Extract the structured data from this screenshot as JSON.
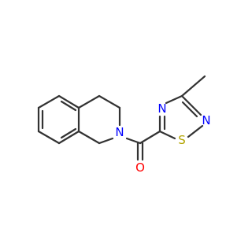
{
  "molecule": {
    "atoms": {
      "n_ring": {
        "symbol": "N",
        "color": "#0000ff"
      },
      "o_carbonyl": {
        "symbol": "O",
        "color": "#ff0000"
      },
      "n_thiadiazole_4": {
        "symbol": "N",
        "color": "#0000ff"
      },
      "s_thiadiazole": {
        "symbol": "S",
        "color": "#b2a400"
      },
      "n_thiadiazole_2": {
        "symbol": "N",
        "color": "#0000ff"
      }
    }
  }
}
